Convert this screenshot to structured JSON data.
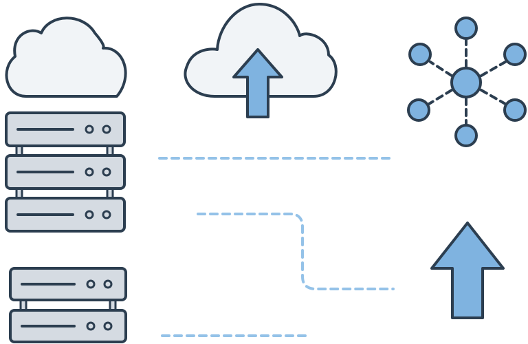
{
  "palette": {
    "outline": "#2c3e50",
    "cloud_fill": "#f1f4f7",
    "server_fill": "#d5dbe2",
    "accent_blue": "#7fb3e0",
    "dash_blue": "#94c2e8",
    "background": "#ffffff"
  },
  "icons": {
    "cloud_left": "cloud-icon",
    "cloud_upload": "cloud-upload-icon",
    "network_hub": "network-hub-icon",
    "server_stack_top": "server-rack-icon",
    "server_stack_bottom": "server-rack-icon",
    "upload_arrow": "arrow-up-icon"
  },
  "server_stacks": {
    "top_units": 3,
    "bottom_units": 2
  },
  "network": {
    "satellite_nodes": 6
  },
  "connectors": [
    "dashed-line-straight",
    "dashed-line-stepped",
    "dashed-line-bottom"
  ]
}
